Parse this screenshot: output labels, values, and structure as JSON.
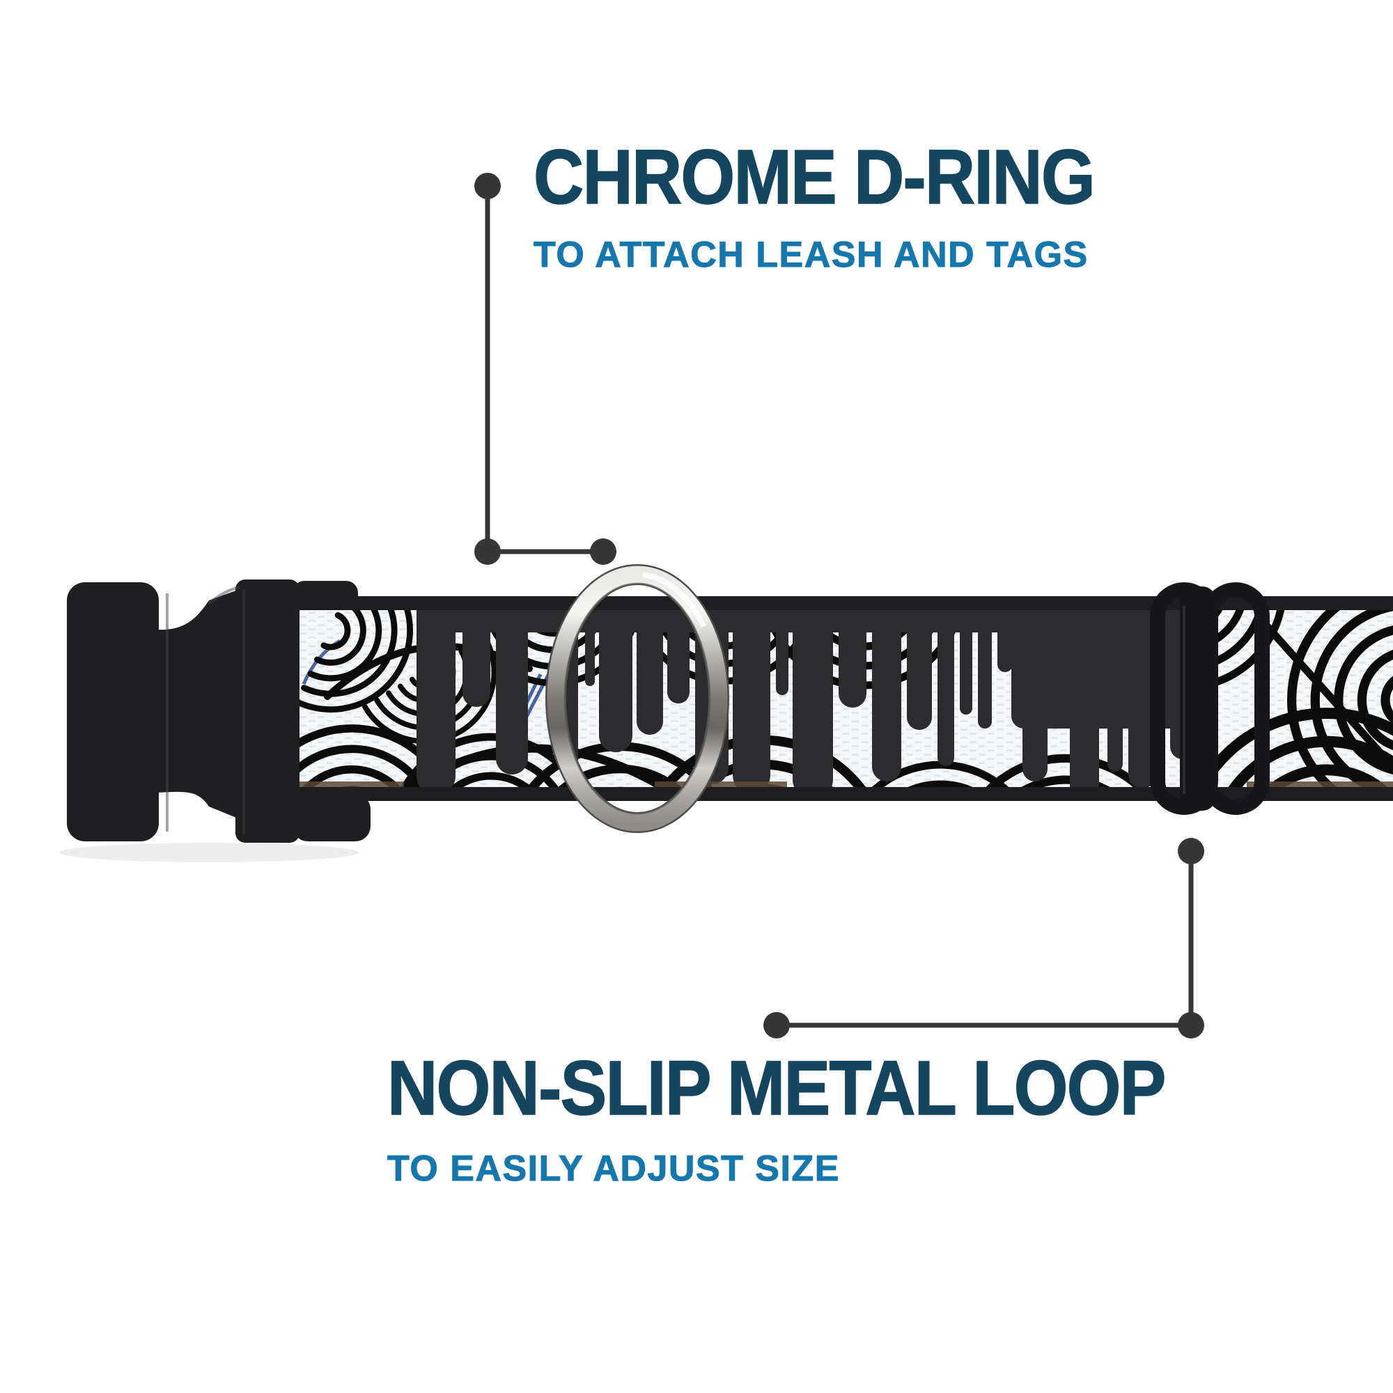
{
  "page": {
    "description": "Dog collar product feature infographic",
    "background": "#ffffff"
  },
  "callouts": {
    "d_ring": {
      "title": "CHROME D-RING",
      "subtitle": "TO ATTACH LEASH AND TAGS"
    },
    "metal_loop": {
      "title": "NON-SLIP METAL LOOP",
      "subtitle": "TO EASILY ADJUST SIZE"
    }
  },
  "components": {
    "buckle": "black plastic side-release buckle",
    "d_ring": "chrome d-ring",
    "slider": "black metal tri-glide slider loop",
    "webbing": "white webbing with black wave doodle pattern and black drip overprint"
  },
  "theme": {
    "title_color": "#14465f",
    "subtitle_color": "#1677ad",
    "leader_color": "#363636",
    "buckle_color": "#1f1f22",
    "drip_color": "#2c2c2e",
    "pattern_color": "#0b0b0b",
    "webbing_white": "#f5f7f8",
    "slider_color": "#17171a",
    "chrome_light": "#f3f3f1",
    "chrome_dark": "#696764",
    "blue_accent": "#36549c",
    "selvedge_brown": "#5e4734",
    "background": "#ffffff"
  }
}
